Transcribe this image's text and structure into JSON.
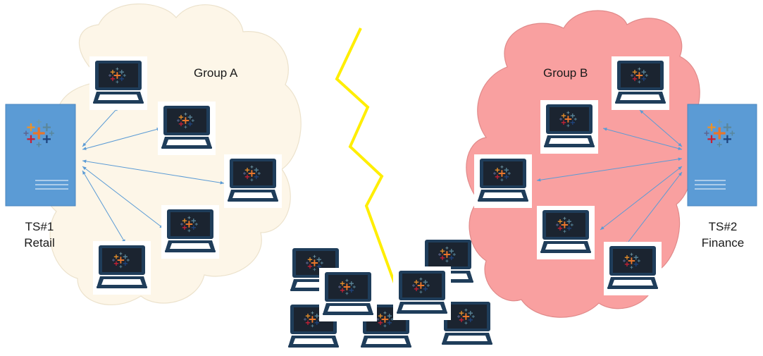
{
  "groups": {
    "a": {
      "label": "Group A"
    },
    "b": {
      "label": "Group B"
    }
  },
  "servers": {
    "ts1": {
      "id": "TS#1",
      "name": "Retail"
    },
    "ts2": {
      "id": "TS#2",
      "name": "Finance"
    }
  },
  "colors": {
    "cloud_a": "#fdf6e8",
    "cloud_b": "#f9a0a0",
    "server": "#5b9bd5",
    "link": "#5b9bd5",
    "bolt": "#ffee00",
    "laptop_frame": "#1f3d5a",
    "screen": "#1b2430"
  },
  "icons": {
    "laptop": "laptop-icon",
    "server": "server-icon",
    "bolt": "lightning-bolt-icon",
    "logo": "tableau-logo"
  },
  "counts": {
    "group_a_laptops": 5,
    "group_b_laptops": 5,
    "unaffiliated_laptops": 7
  }
}
